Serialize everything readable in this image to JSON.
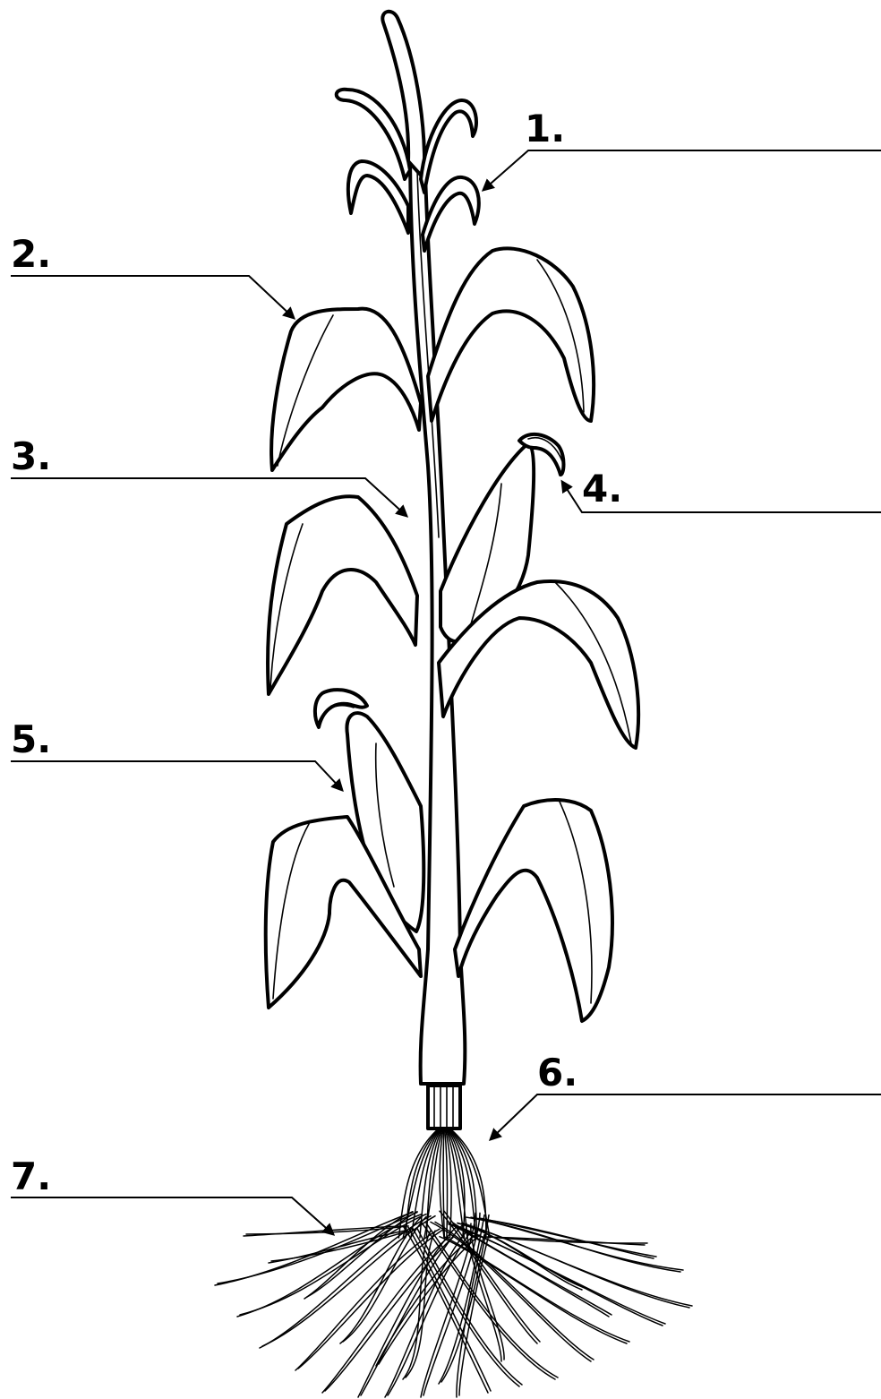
{
  "labels": {
    "l1": "1.",
    "l2": "2.",
    "l3": "3.",
    "l4": "4.",
    "l5": "5.",
    "l6": "6.",
    "l7": "7."
  },
  "colors": {
    "ink": "#000000",
    "paper": "#ffffff"
  }
}
